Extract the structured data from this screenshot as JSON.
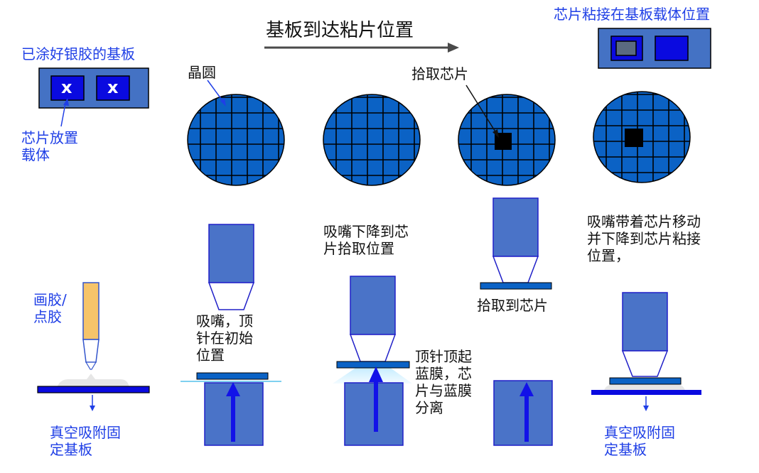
{
  "colors": {
    "substrate": "#4472c4",
    "substrate_dark": "#0a0ae0",
    "wafer": "#0b62c5",
    "nozzle": "#4a73c8",
    "pin_arrow": "#1212e8",
    "membrane": "#0b62c5",
    "membrane_light": "#7fd0f0",
    "label_blue": "#1f3fe6",
    "label_black": "#111111",
    "glue": "#f6c46a",
    "silver_glue": "#e6e6e6"
  },
  "labels": {
    "substrate_arrive": "基板到达粘片位置",
    "silver_glue_substrate": "已涂好银胶的基板",
    "chip_carrier": "芯片放置\n载体",
    "chip_mount_position": "芯片粘接在基板载体位置",
    "wafer": "晶圆",
    "pick_chip": "拾取芯片",
    "nozzle_down": "吸嘴下降到芯\n片拾取位置",
    "nozzle_move": "吸嘴带着芯片移动\n并下降到芯片粘接\n位置，",
    "dispense": "画胶/\n点胶",
    "nozzle_pin_initial": "吸嘴，顶\n针在初始\n位置",
    "picked_chip": "拾取到芯片",
    "pin_push": "顶针顶起\n蓝膜，芯\n片与蓝膜\n分离",
    "vacuum_left": "真空吸附固\n定基板",
    "vacuum_right": "真空吸附固\n定基板",
    "carrier_mark_1": "x",
    "carrier_mark_2": "x"
  }
}
